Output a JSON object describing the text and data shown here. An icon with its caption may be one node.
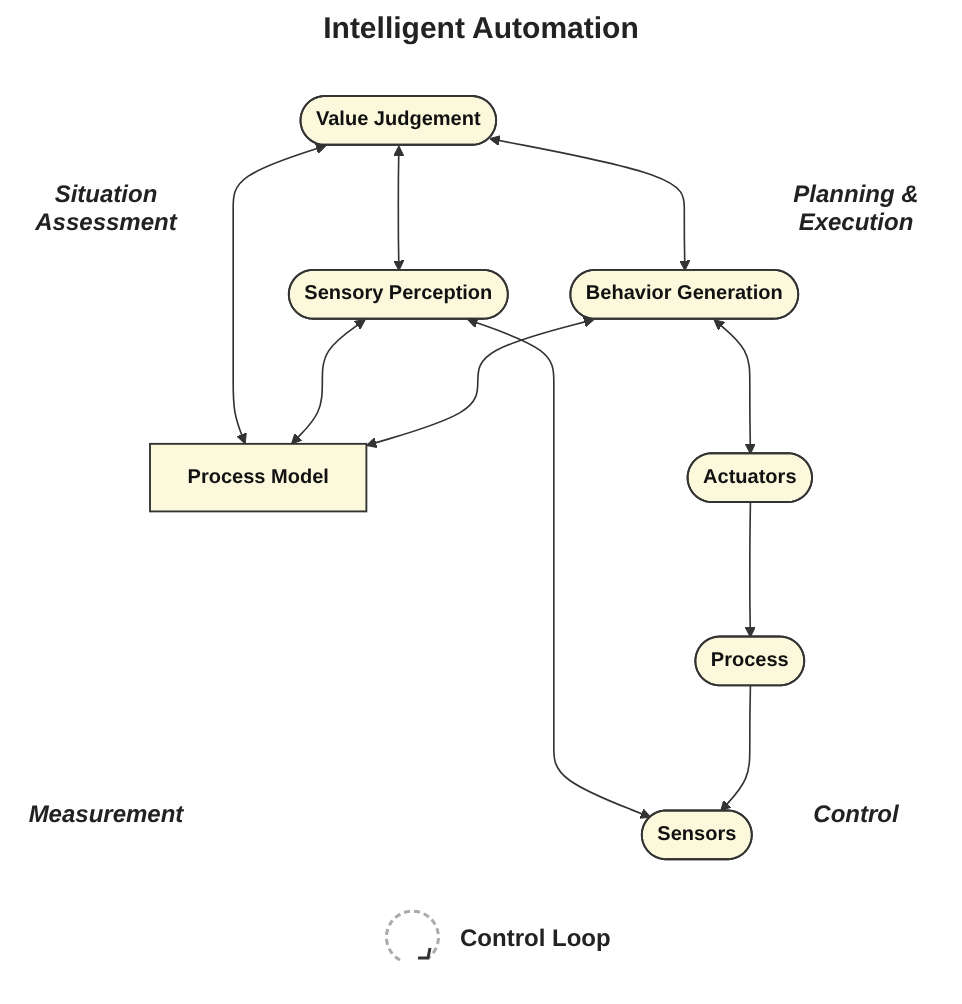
{
  "diagram": {
    "title": "Intelligent Automation",
    "nodes": [
      {
        "text": [
          "Value Judgement"
        ]
      },
      {
        "text": [
          "Sensory Perception"
        ]
      },
      {
        "text": [
          "Process Model"
        ]
      },
      {
        "text": [
          "Behavior Generation"
        ]
      },
      {
        "text": [
          "Sensors"
        ]
      },
      {
        "text": [
          "Actuators"
        ]
      },
      {
        "text": [
          "Process"
        ]
      }
    ],
    "edges": [
      {
        "from": 0,
        "to": 1,
        "arrow": "both"
      },
      {
        "from": 0,
        "to": 3,
        "arrow": "both"
      },
      {
        "from": 0,
        "to": 2,
        "arrow": "both"
      },
      {
        "from": 1,
        "to": 2,
        "arrow": "both"
      },
      {
        "from": 3,
        "to": 2,
        "arrow": "both"
      },
      {
        "from": 1,
        "to": 4,
        "arrow": "both"
      },
      {
        "from": 3,
        "to": 5,
        "arrow": "both"
      },
      {
        "from": 6,
        "to": 4,
        "arrow": "to"
      },
      {
        "from": 5,
        "to": 6,
        "arrow": "to"
      }
    ],
    "labels": [
      "Situation Assessment",
      "Planning & Execution",
      "Control Loop",
      "Measurement",
      "Control"
    ]
  }
}
